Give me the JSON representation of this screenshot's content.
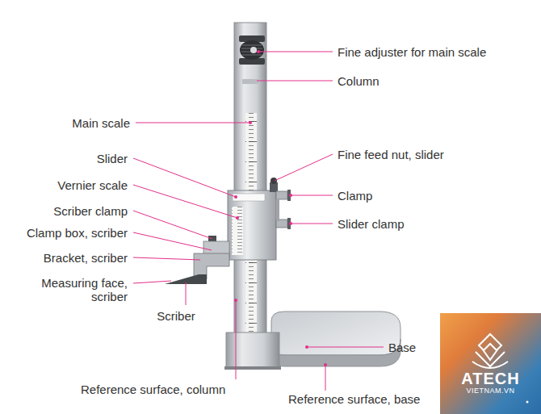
{
  "diagram": {
    "nodes": [
      {
        "text": [
          "ATECH",
          "VIETNAM.VN"
        ]
      }
    ],
    "labels": [
      "Fine adjuster for main scale",
      "Column",
      "Main scale",
      "Slider",
      "Fine feed nut, slider",
      "Vernier scale",
      "Clamp",
      "Scriber clamp",
      "Slider clamp",
      "Clamp box, scriber",
      "Bracket, scriber",
      "Measuring face, scriber",
      "Scriber",
      "Base",
      "Reference surface, column",
      "Reference surface, base"
    ]
  }
}
